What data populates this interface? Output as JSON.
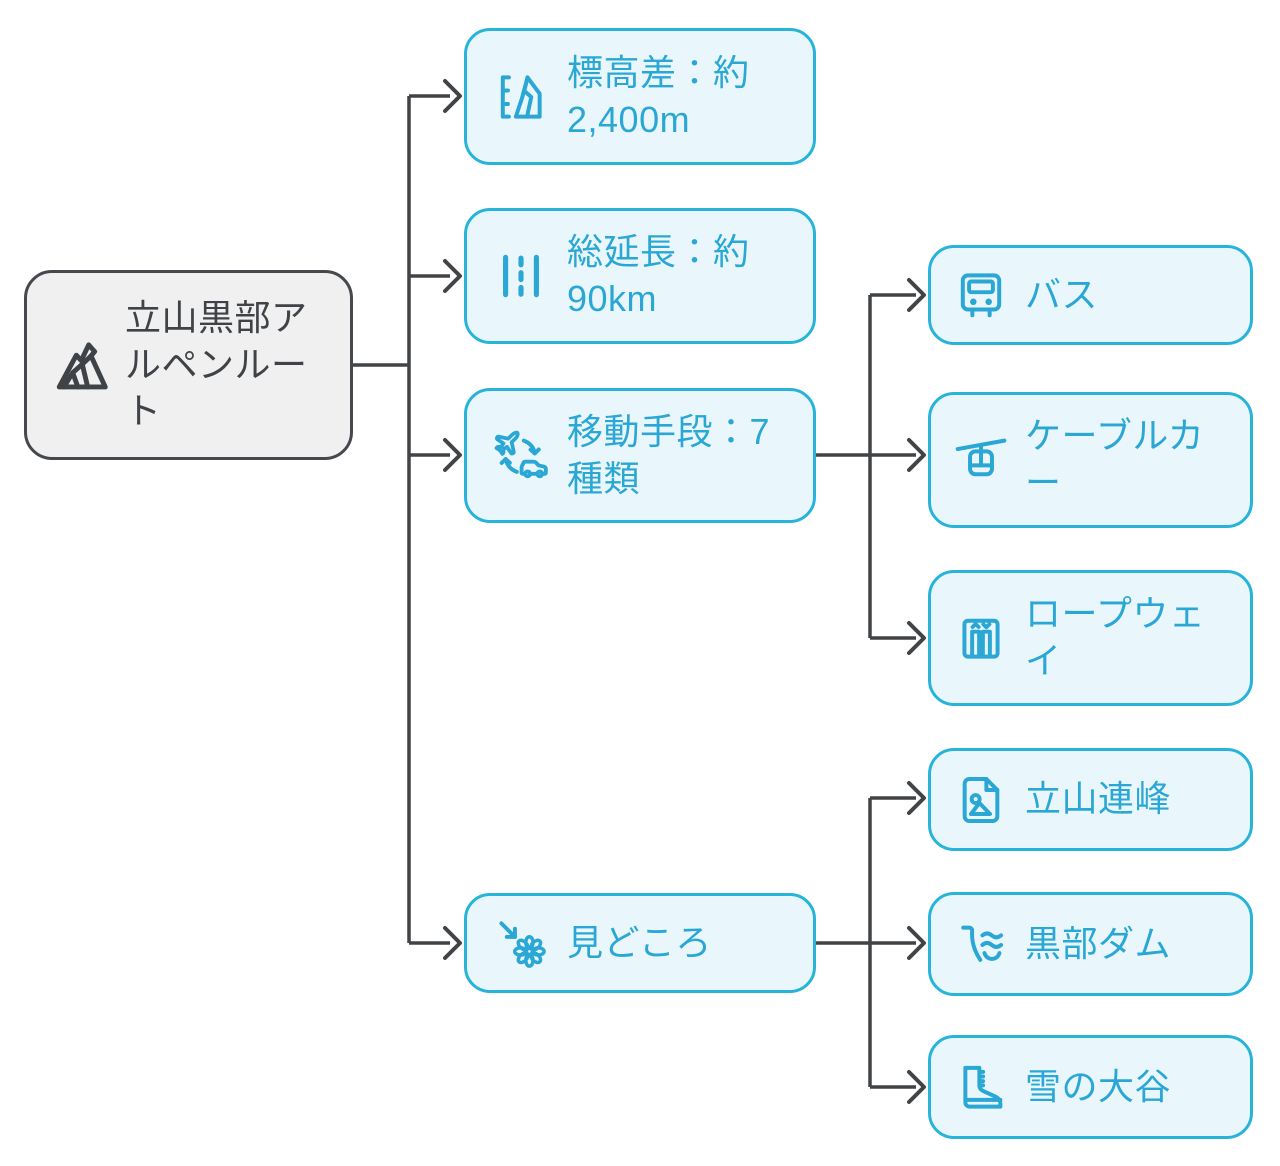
{
  "nodes": {
    "root": {
      "label": "立山黒部アルペンルート",
      "icon": "mountain-icon"
    },
    "elevation": {
      "label": "標高差：約 2,400m",
      "icon": "elevation-mountain-icon"
    },
    "total_length": {
      "label": "総延長：約 90km",
      "icon": "road-icon"
    },
    "transport": {
      "label": "移動手段：7 種類",
      "icon": "plane-car-transfer-icon"
    },
    "highlights": {
      "label": "見どころ",
      "icon": "arrow-flower-icon"
    },
    "bus": {
      "label": "バス",
      "icon": "bus-icon"
    },
    "cable_car": {
      "label": "ケーブルカー",
      "icon": "cable-car-icon"
    },
    "ropeway": {
      "label": "ロープウェイ",
      "icon": "ropeway-cabin-icon"
    },
    "tateyama_range": {
      "label": "立山連峰",
      "icon": "image-file-icon"
    },
    "kurobe_dam": {
      "label": "黒部ダム",
      "icon": "dam-icon"
    },
    "yuki_no_otani": {
      "label": "雪の大谷",
      "icon": "boot-icon"
    }
  },
  "edges": [
    {
      "from": "root",
      "to": "elevation"
    },
    {
      "from": "root",
      "to": "total_length"
    },
    {
      "from": "root",
      "to": "transport"
    },
    {
      "from": "root",
      "to": "highlights"
    },
    {
      "from": "transport",
      "to": "bus"
    },
    {
      "from": "transport",
      "to": "cable_car"
    },
    {
      "from": "transport",
      "to": "ropeway"
    },
    {
      "from": "highlights",
      "to": "tateyama_range"
    },
    {
      "from": "highlights",
      "to": "kurobe_dam"
    },
    {
      "from": "highlights",
      "to": "yuki_no_otani"
    }
  ],
  "colors": {
    "branch_border": "#28b4da",
    "branch_fill": "#e9f7fc",
    "branch_text": "#2aa7d4",
    "branch_icon": "#2aa7d4",
    "root_fill": "#f0f0f1",
    "root_border": "#45484c",
    "root_text": "#3f4347",
    "connector": "#404447"
  }
}
